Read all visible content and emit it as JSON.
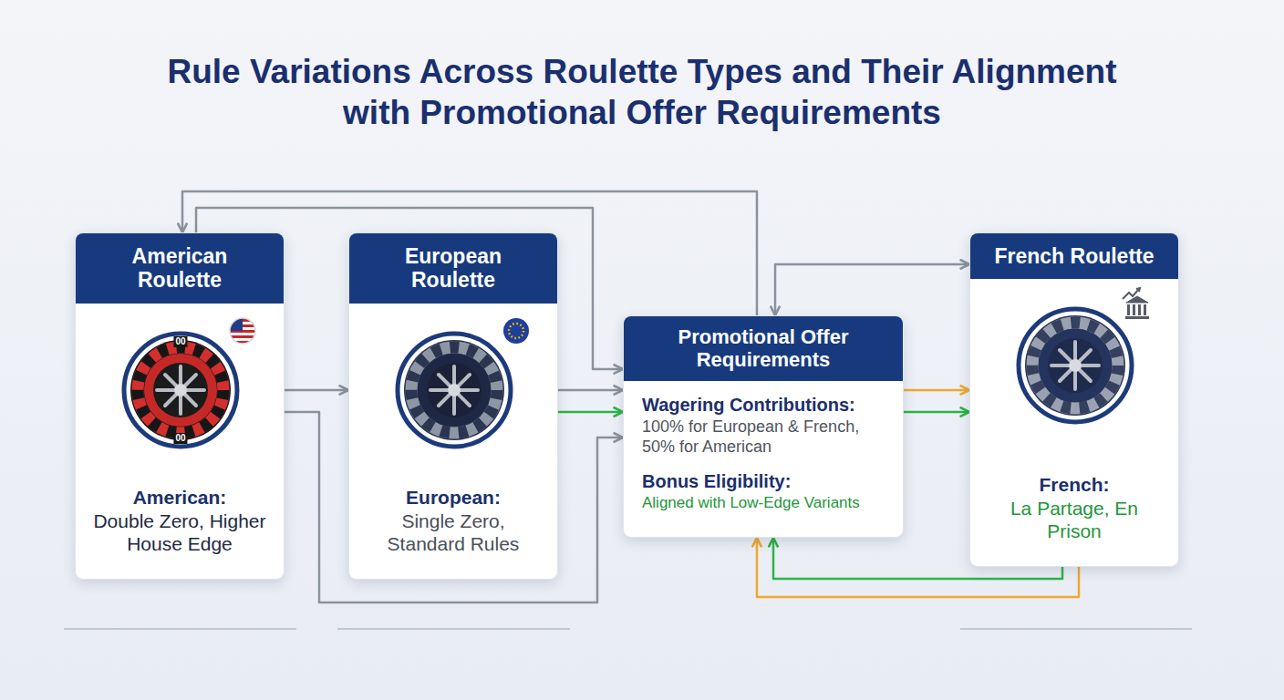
{
  "diagram": {
    "title": "Rule Variations Across Roulette Types and Their Alignment with Promotional Offer Requirements",
    "nodes": [
      {
        "text": [
          "American Roulette",
          "American:",
          "Double Zero, Higher House Edge"
        ]
      },
      {
        "text": [
          "European Roulette",
          "European:",
          "Single Zero, Standard Rules"
        ]
      },
      {
        "text": [
          "Promotional Offer Requirements",
          "Wagering Contributions:",
          "100% for European & French, 50% for American",
          "Bonus Eligibility:",
          "Aligned with Low-Edge Variants"
        ]
      },
      {
        "text": [
          "French Roulette",
          "French:",
          "La Partage, En Prison"
        ]
      }
    ],
    "edges": [
      {
        "from": 0,
        "to": 1,
        "arrow": "to"
      },
      {
        "from": 1,
        "to": 2,
        "arrow": "to"
      },
      {
        "from": 1,
        "to": 2,
        "arrow": "to"
      },
      {
        "from": 0,
        "to": 2,
        "arrow": "to"
      },
      {
        "from": 0,
        "to": 2,
        "arrow": "to"
      },
      {
        "from": 2,
        "to": 0,
        "arrow": "to"
      },
      {
        "from": 2,
        "to": 3,
        "arrow": "both"
      },
      {
        "from": 2,
        "to": 3,
        "arrow": "to"
      },
      {
        "from": 2,
        "to": 3,
        "arrow": "to"
      },
      {
        "from": 3,
        "to": 2,
        "arrow": "to"
      },
      {
        "from": 3,
        "to": 2,
        "arrow": "to"
      }
    ],
    "labels": [
      "00",
      "00"
    ]
  }
}
